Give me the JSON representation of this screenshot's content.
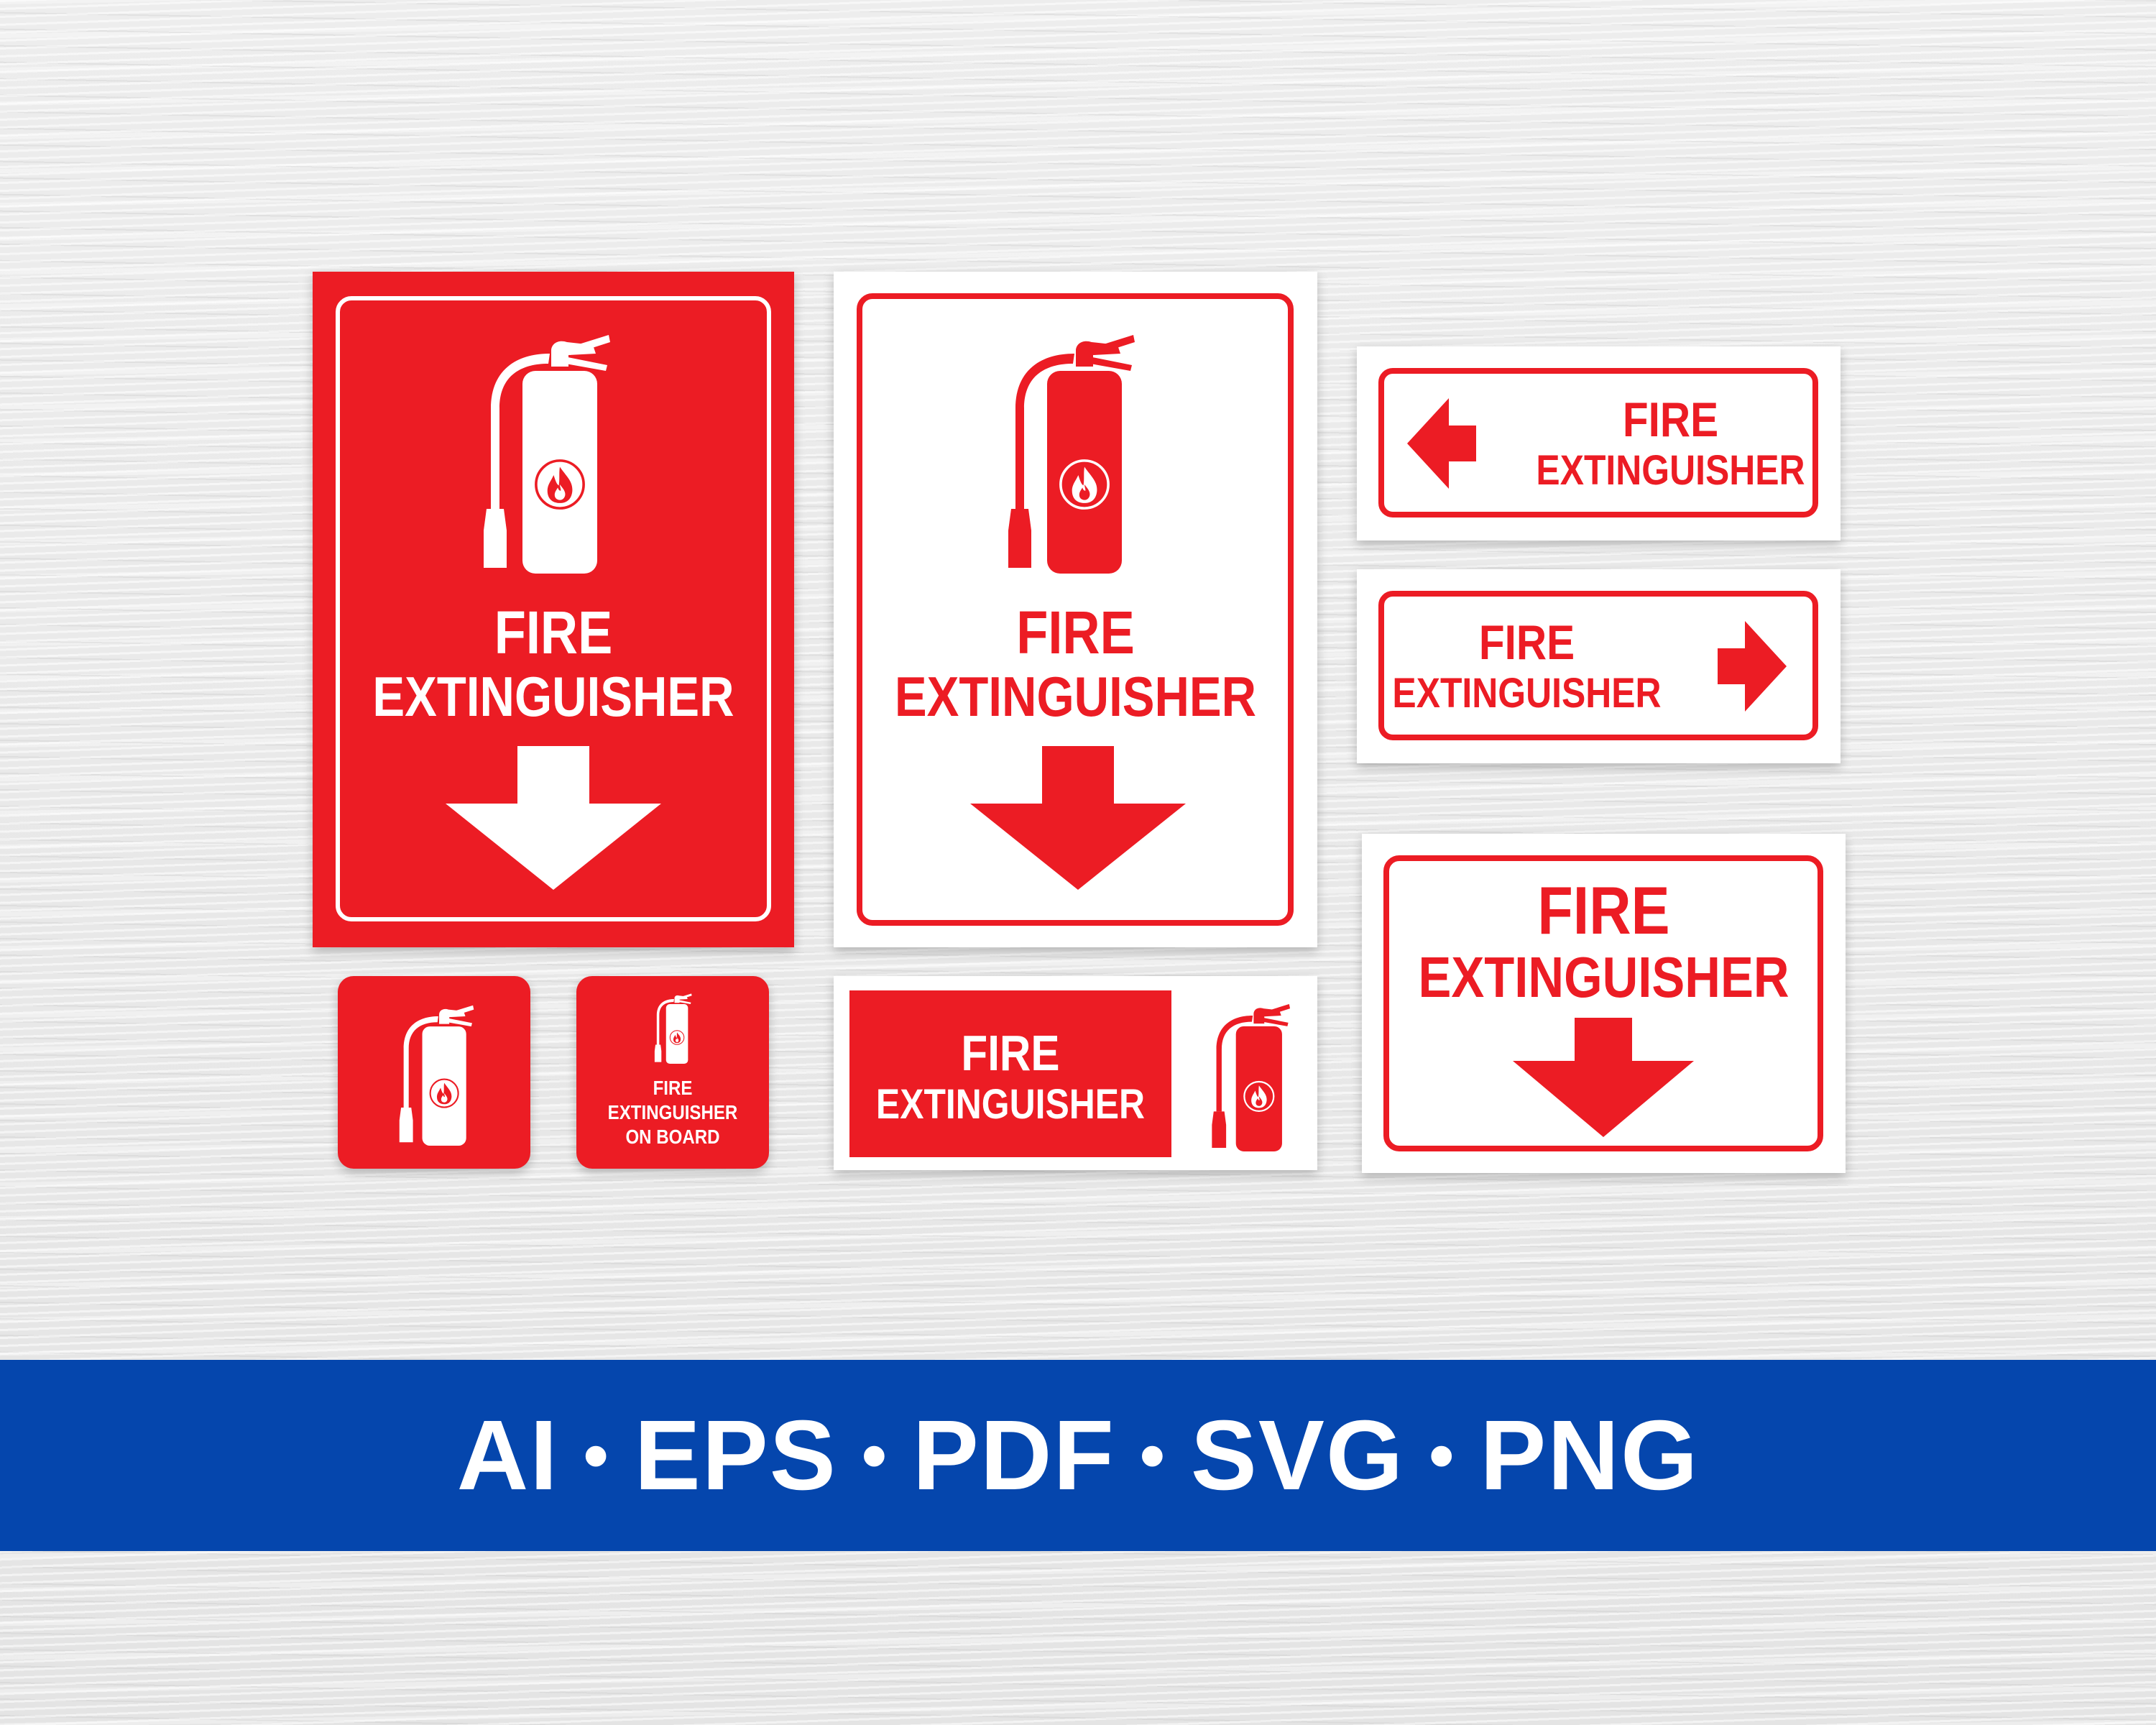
{
  "signs": {
    "line1": "FIRE",
    "line2": "EXTINGUISHER",
    "line3": "ON BOARD"
  },
  "formats": [
    "AI",
    "EPS",
    "PDF",
    "SVG",
    "PNG"
  ],
  "separator": "•",
  "colors": {
    "sign_red": "#ec1c24",
    "banner_blue": "#0546ad",
    "white": "#ffffff"
  }
}
